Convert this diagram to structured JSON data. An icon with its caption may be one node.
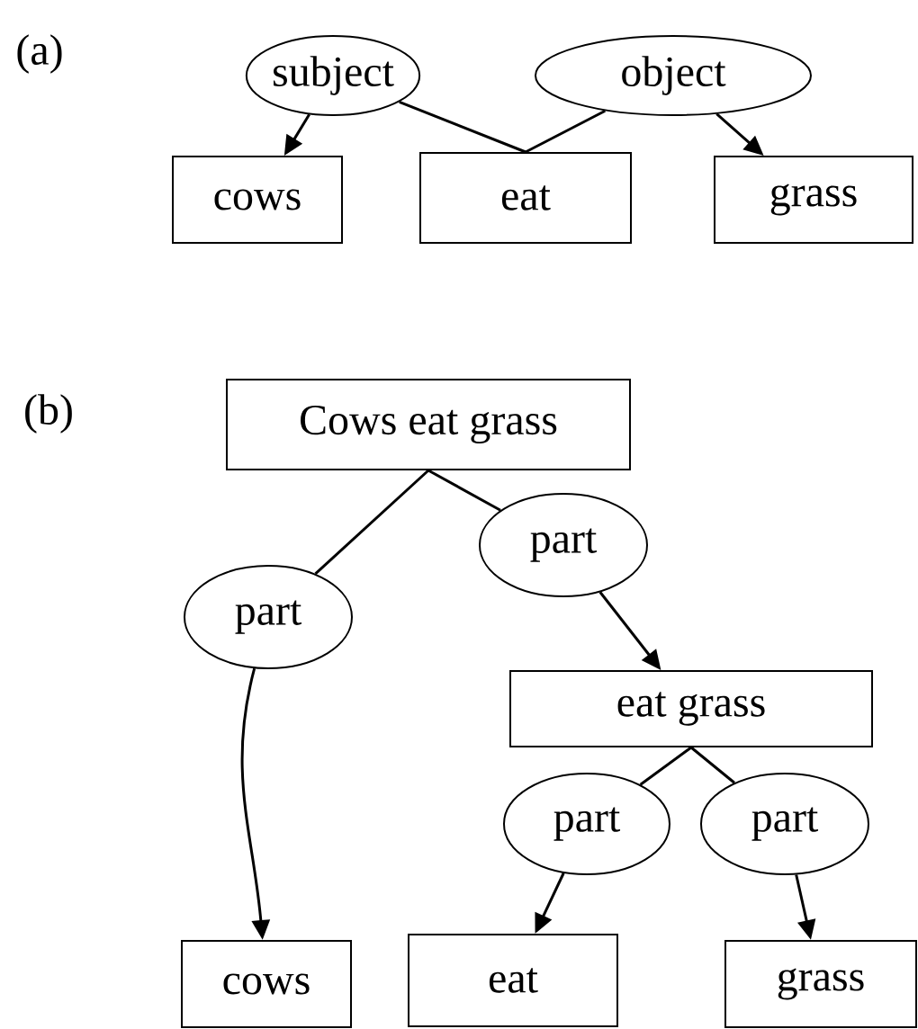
{
  "diagram": {
    "nodes": [
      {
        "text": [
          "subject"
        ]
      },
      {
        "text": [
          "object"
        ]
      },
      {
        "text": [
          "cows"
        ]
      },
      {
        "text": [
          "eat"
        ]
      },
      {
        "text": [
          "grass"
        ]
      },
      {
        "text": [
          "Cows eat grass"
        ]
      },
      {
        "text": [
          "part"
        ]
      },
      {
        "text": [
          "part"
        ]
      },
      {
        "text": [
          "eat grass"
        ]
      },
      {
        "text": [
          "part"
        ]
      },
      {
        "text": [
          "part"
        ]
      },
      {
        "text": [
          "cows"
        ]
      },
      {
        "text": [
          "eat"
        ]
      },
      {
        "text": [
          "grass"
        ]
      }
    ],
    "edges": [
      {
        "from": 0,
        "to": 2,
        "arrow": "to"
      },
      {
        "from": 3,
        "to": 0,
        "arrow": "none"
      },
      {
        "from": 3,
        "to": 1,
        "arrow": "none"
      },
      {
        "from": 1,
        "to": 4,
        "arrow": "to"
      },
      {
        "from": 5,
        "to": 6,
        "arrow": "none"
      },
      {
        "from": 6,
        "to": 11,
        "arrow": "to"
      },
      {
        "from": 5,
        "to": 7,
        "arrow": "none"
      },
      {
        "from": 7,
        "to": 8,
        "arrow": "to"
      },
      {
        "from": 8,
        "to": 9,
        "arrow": "none"
      },
      {
        "from": 8,
        "to": 10,
        "arrow": "none"
      },
      {
        "from": 9,
        "to": 12,
        "arrow": "to"
      },
      {
        "from": 10,
        "to": 13,
        "arrow": "to"
      }
    ],
    "labels": [
      "(a)",
      "(b)"
    ]
  }
}
